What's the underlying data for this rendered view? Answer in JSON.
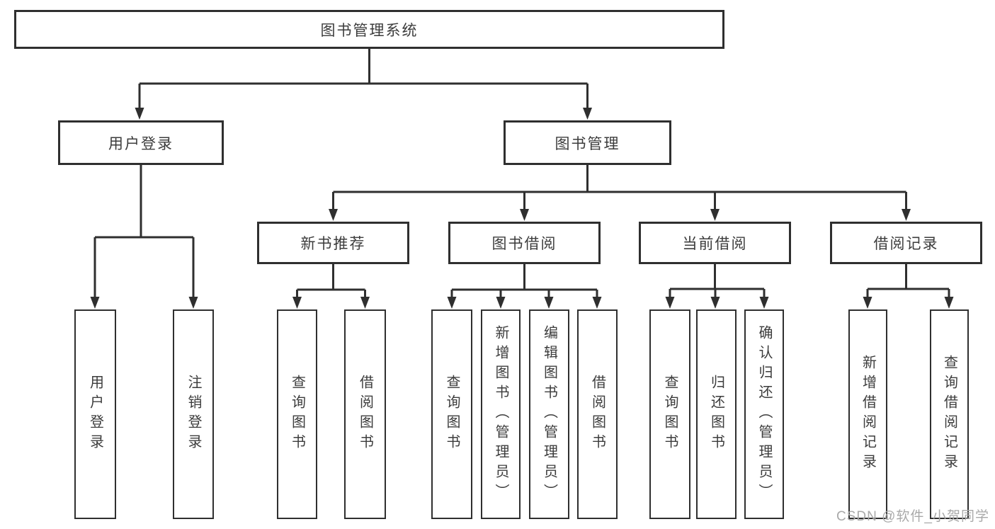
{
  "diagram_title": "图书管理系统",
  "colors": {
    "line": "#2f2f2f",
    "box_border": "#2f2f2f",
    "text": "#3c3c3c",
    "background": "#ffffff",
    "watermark": "#a9a9a9"
  },
  "nodes": {
    "root": {
      "label": "图书管理系统"
    },
    "level2": [
      {
        "label": "用户登录"
      },
      {
        "label": "图书管理"
      }
    ],
    "level3": [
      {
        "label": "新书推荐",
        "parent": "图书管理"
      },
      {
        "label": "图书借阅",
        "parent": "图书管理"
      },
      {
        "label": "当前借阅",
        "parent": "图书管理"
      },
      {
        "label": "借阅记录",
        "parent": "图书管理"
      }
    ],
    "leaves": [
      {
        "label": "用户登录",
        "parent": "用户登录"
      },
      {
        "label": "注销登录",
        "parent": "用户登录"
      },
      {
        "label": "查询图书",
        "parent": "新书推荐"
      },
      {
        "label": "借阅图书",
        "parent": "新书推荐"
      },
      {
        "label": "查询图书",
        "parent": "图书借阅"
      },
      {
        "label": "新增图书（管理员）",
        "parent": "图书借阅"
      },
      {
        "label": "编辑图书（管理员）",
        "parent": "图书借阅"
      },
      {
        "label": "借阅图书",
        "parent": "图书借阅"
      },
      {
        "label": "查询图书",
        "parent": "当前借阅"
      },
      {
        "label": "归还图书",
        "parent": "当前借阅"
      },
      {
        "label": "确认归还（管理员）",
        "parent": "当前借阅"
      },
      {
        "label": "新增借阅记录",
        "parent": "借阅记录"
      },
      {
        "label": "查询借阅记录",
        "parent": "借阅记录"
      }
    ]
  },
  "watermark": {
    "text": "CSDN @软件_小贺同学"
  }
}
